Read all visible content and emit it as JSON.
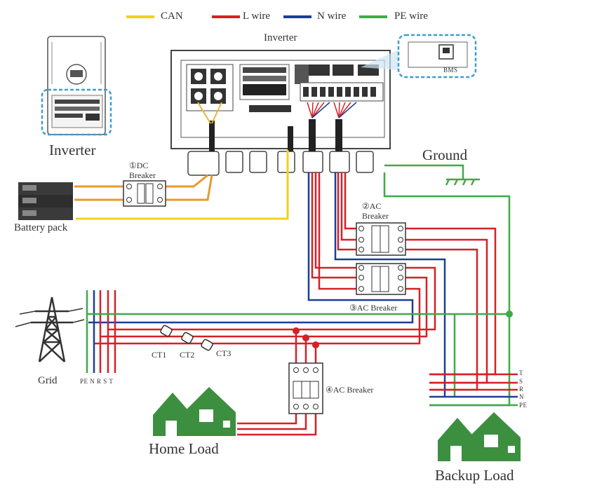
{
  "legend": [
    {
      "label": "CAN",
      "color": "#f2d21a"
    },
    {
      "label": "L wire",
      "color": "#d62027"
    },
    {
      "label": "N wire",
      "color": "#1c3f94"
    },
    {
      "label": "PE wire",
      "color": "#3faa48"
    }
  ],
  "labels": {
    "inverter_top": "Inverter",
    "inverter_left": "Inverter",
    "bms": "BMS",
    "ground": "Ground",
    "battery": "Battery pack",
    "dc_breaker_line1": "①DC",
    "dc_breaker_line2": "Breaker",
    "ac_breaker2_line1": "②AC",
    "ac_breaker2_line2": "Breaker",
    "ac_breaker3": "③AC Breaker",
    "ac_breaker4": "④AC Breaker",
    "grid": "Grid",
    "grid_phases": "PE N R S T",
    "ct1": "CT1",
    "ct2": "CT2",
    "ct3": "CT3",
    "home_load": "Home Load",
    "backup_load": "Backup Load",
    "backup_phases": [
      "T",
      "S",
      "R",
      "N",
      "PE"
    ]
  },
  "colors": {
    "can": "#f2d21a",
    "battery_dc": "#e89a2c",
    "l_wire": "#d62027",
    "n_wire": "#1c3f94",
    "pe_wire": "#3faa48",
    "house": "#3c8f3f",
    "highlight": "#3a9fd0"
  }
}
